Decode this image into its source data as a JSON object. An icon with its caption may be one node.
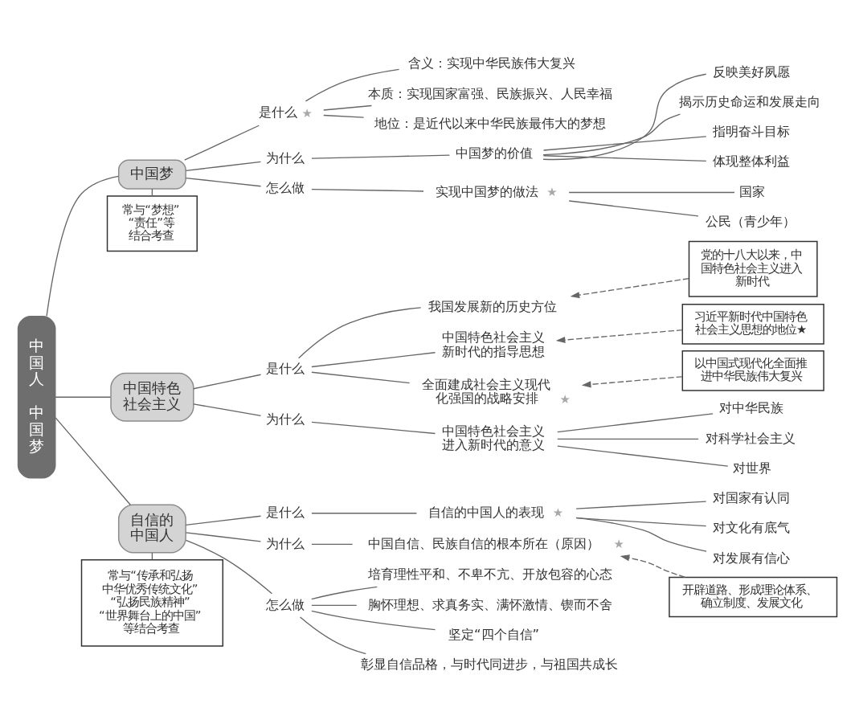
{
  "diagram": {
    "nodes": [
      {
        "text": [
          "中国人",
          "中国梦"
        ]
      },
      {
        "text": [
          "中国梦"
        ]
      },
      {
        "text": [
          "常与“梦想”“责任”等结合考查"
        ]
      },
      {
        "text": [
          "是什么"
        ],
        "beside": [
          "★"
        ]
      },
      {
        "text": [
          "含义：实现中华民族伟大复兴"
        ]
      },
      {
        "text": [
          "本质：实现国家富强、民族振兴、人民幸福"
        ]
      },
      {
        "text": [
          "地位：是近代以来中华民族最伟大的梦想"
        ]
      },
      {
        "text": [
          "为什么"
        ]
      },
      {
        "text": [
          "中国梦的价值"
        ]
      },
      {
        "text": [
          "反映美好夙愿"
        ]
      },
      {
        "text": [
          "揭示历史命运和发展走向"
        ]
      },
      {
        "text": [
          "指明奋斗目标"
        ]
      },
      {
        "text": [
          "体现整体利益"
        ]
      },
      {
        "text": [
          "怎么做"
        ]
      },
      {
        "text": [
          "实现中国梦的做法"
        ],
        "beside": [
          "★"
        ]
      },
      {
        "text": [
          "国家"
        ]
      },
      {
        "text": [
          "公民（青少年）"
        ]
      },
      {
        "text": [
          "中国特色社会主义"
        ]
      },
      {
        "text": [
          "是什么"
        ]
      },
      {
        "text": [
          "我国发展新的历史方位"
        ]
      },
      {
        "text": [
          "党的十八大以来，中国特色社会主义进入新时代"
        ]
      },
      {
        "text": [
          "中国特色社会主义新时代的指导思想"
        ]
      },
      {
        "text": [
          "习近平新时代中国特色社会主义思想的地位★"
        ]
      },
      {
        "text": [
          "全面建成社会主义现代化强国的战略安排"
        ],
        "beside": [
          "★"
        ]
      },
      {
        "text": [
          "以中国式现代化全面推进中华民族伟大复兴"
        ]
      },
      {
        "text": [
          "为什么"
        ]
      },
      {
        "text": [
          "中国特色社会主义进入新时代的意义"
        ]
      },
      {
        "text": [
          "对中华民族"
        ]
      },
      {
        "text": [
          "对科学社会主义"
        ]
      },
      {
        "text": [
          "对世界"
        ]
      },
      {
        "text": [
          "自信的中国人"
        ]
      },
      {
        "text": [
          "常与“传承和弘扬中华优秀传统文化”“弘扬民族精神”“世界舞台上的中国”等结合考查"
        ]
      },
      {
        "text": [
          "是什么"
        ]
      },
      {
        "text": [
          "自信的中国人的表现"
        ],
        "beside": [
          "★"
        ]
      },
      {
        "text": [
          "对国家有认同"
        ]
      },
      {
        "text": [
          "对文化有底气"
        ]
      },
      {
        "text": [
          "对发展有信心"
        ]
      },
      {
        "text": [
          "为什么"
        ]
      },
      {
        "text": [
          "中国自信、民族自信的根本所在（原因）"
        ],
        "beside": [
          "★"
        ]
      },
      {
        "text": [
          "开辟道路、形成理论体系、确立制度、发展文化"
        ]
      },
      {
        "text": [
          "怎么做"
        ]
      },
      {
        "text": [
          "培育理性平和、不卑不亢、开放包容的心态"
        ]
      },
      {
        "text": [
          "胸怀理想、求真务实、满怀激情、锲而不舍"
        ]
      },
      {
        "text": [
          "坚定“四个自信”"
        ]
      },
      {
        "text": [
          "彰显自信品格，与时代同进步，与祖国共成长"
        ]
      }
    ],
    "edges": [
      {
        "from": 0,
        "to": 1,
        "arrow": "none"
      },
      {
        "from": 1,
        "to": 2,
        "arrow": "none"
      },
      {
        "from": 1,
        "to": 3,
        "arrow": "none"
      },
      {
        "from": 3,
        "to": 4,
        "arrow": "none"
      },
      {
        "from": 3,
        "to": 5,
        "arrow": "none"
      },
      {
        "from": 3,
        "to": 6,
        "arrow": "none"
      },
      {
        "from": 1,
        "to": 7,
        "arrow": "none"
      },
      {
        "from": 7,
        "to": 8,
        "arrow": "none"
      },
      {
        "from": 8,
        "to": 9,
        "arrow": "none"
      },
      {
        "from": 8,
        "to": 10,
        "arrow": "none"
      },
      {
        "from": 8,
        "to": 11,
        "arrow": "none"
      },
      {
        "from": 8,
        "to": 12,
        "arrow": "none"
      },
      {
        "from": 1,
        "to": 13,
        "arrow": "none"
      },
      {
        "from": 13,
        "to": 14,
        "arrow": "none"
      },
      {
        "from": 14,
        "to": 15,
        "arrow": "none"
      },
      {
        "from": 14,
        "to": 16,
        "arrow": "none"
      },
      {
        "from": 0,
        "to": 17,
        "arrow": "none"
      },
      {
        "from": 17,
        "to": 18,
        "arrow": "none"
      },
      {
        "from": 18,
        "to": 19,
        "arrow": "none"
      },
      {
        "from": 20,
        "to": 19,
        "arrow": "to",
        "style": "dashed"
      },
      {
        "from": 18,
        "to": 21,
        "arrow": "none"
      },
      {
        "from": 22,
        "to": 21,
        "arrow": "to",
        "style": "dashed"
      },
      {
        "from": 18,
        "to": 23,
        "arrow": "none"
      },
      {
        "from": 24,
        "to": 23,
        "arrow": "to",
        "style": "dashed"
      },
      {
        "from": 17,
        "to": 25,
        "arrow": "none"
      },
      {
        "from": 25,
        "to": 26,
        "arrow": "none"
      },
      {
        "from": 26,
        "to": 27,
        "arrow": "none"
      },
      {
        "from": 26,
        "to": 28,
        "arrow": "none"
      },
      {
        "from": 26,
        "to": 29,
        "arrow": "none"
      },
      {
        "from": 0,
        "to": 30,
        "arrow": "none"
      },
      {
        "from": 30,
        "to": 31,
        "arrow": "none"
      },
      {
        "from": 30,
        "to": 32,
        "arrow": "none"
      },
      {
        "from": 32,
        "to": 33,
        "arrow": "none"
      },
      {
        "from": 33,
        "to": 34,
        "arrow": "none"
      },
      {
        "from": 33,
        "to": 35,
        "arrow": "none"
      },
      {
        "from": 33,
        "to": 36,
        "arrow": "none"
      },
      {
        "from": 30,
        "to": 37,
        "arrow": "none"
      },
      {
        "from": 37,
        "to": 38,
        "arrow": "none"
      },
      {
        "from": 39,
        "to": 38,
        "arrow": "to",
        "style": "dashed"
      },
      {
        "from": 30,
        "to": 40,
        "arrow": "none"
      },
      {
        "from": 40,
        "to": 41,
        "arrow": "none"
      },
      {
        "from": 40,
        "to": 42,
        "arrow": "none"
      },
      {
        "from": 40,
        "to": 43,
        "arrow": "none"
      },
      {
        "from": 40,
        "to": 44,
        "arrow": "none"
      }
    ]
  }
}
